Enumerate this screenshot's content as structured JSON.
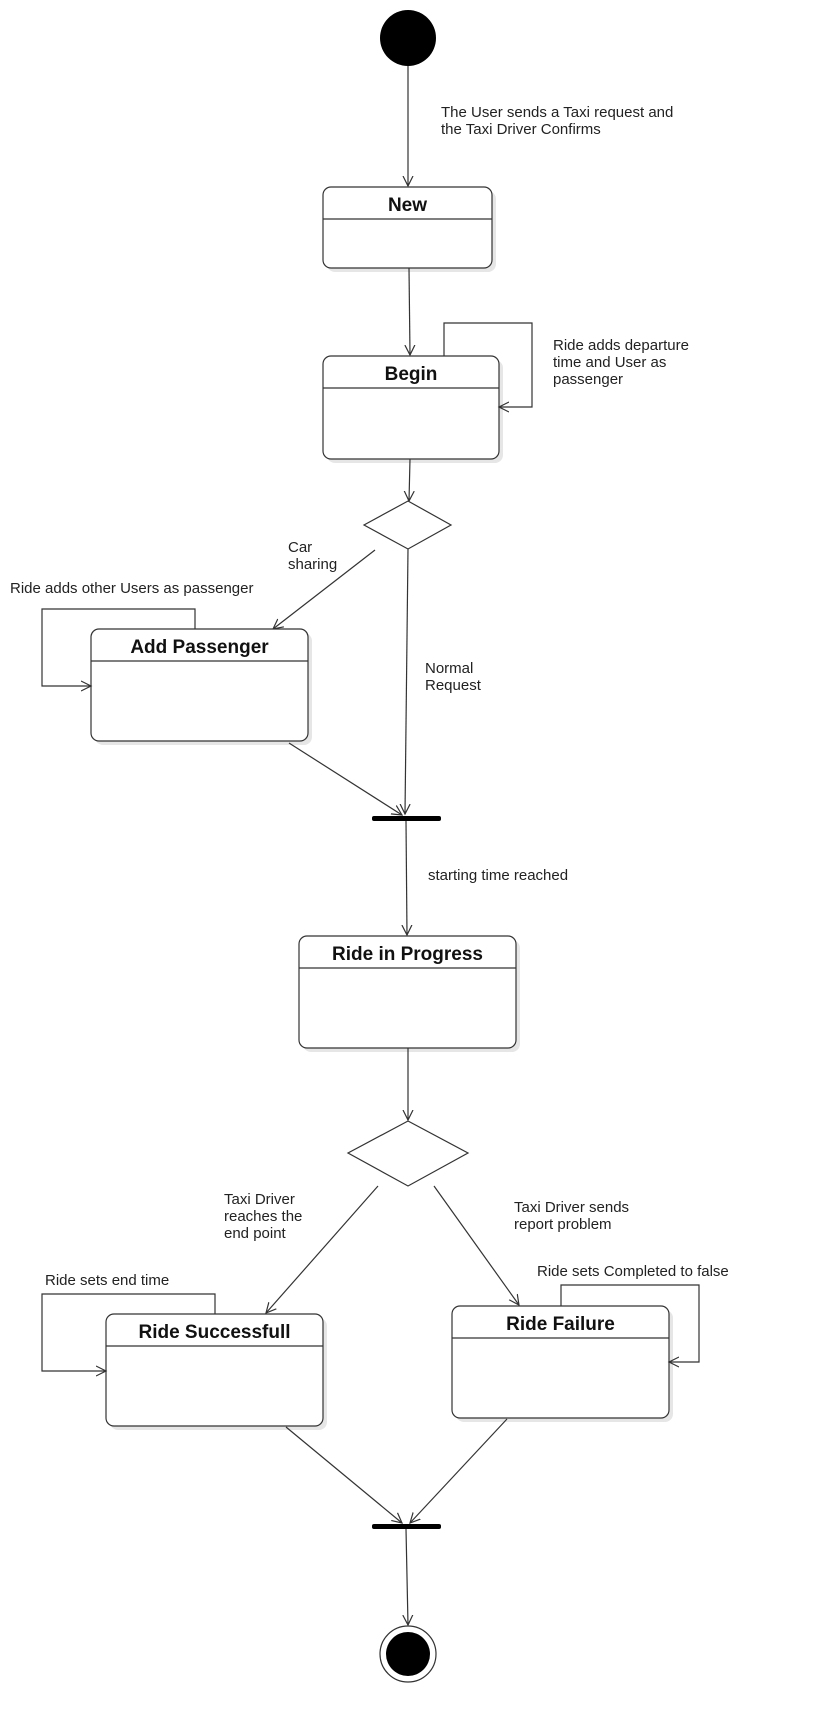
{
  "states": {
    "new": "New",
    "begin": "Begin",
    "add_passenger": "Add Passenger",
    "ride_in_progress": "Ride in Progress",
    "ride_successful": "Ride Successfull",
    "ride_failure": "Ride Failure"
  },
  "labels": {
    "initial_transition": [
      "The User sends a Taxi request and",
      "the Taxi Driver Confirms"
    ],
    "begin_self": [
      "Ride  adds departure",
      "time and User as",
      "passenger"
    ],
    "car_sharing": [
      "Car",
      "sharing"
    ],
    "add_passenger_self": [
      "Ride adds other Users as passenger"
    ],
    "normal_request": [
      "Normal",
      "Request"
    ],
    "starting_time": [
      "starting time reached"
    ],
    "reaches_end": [
      "Taxi Driver",
      "reaches the",
      "end point"
    ],
    "report_problem": [
      "Taxi Driver sends",
      "report problem"
    ],
    "success_self": [
      "Ride sets end time"
    ],
    "failure_self": [
      "Ride sets Completed to false"
    ]
  }
}
